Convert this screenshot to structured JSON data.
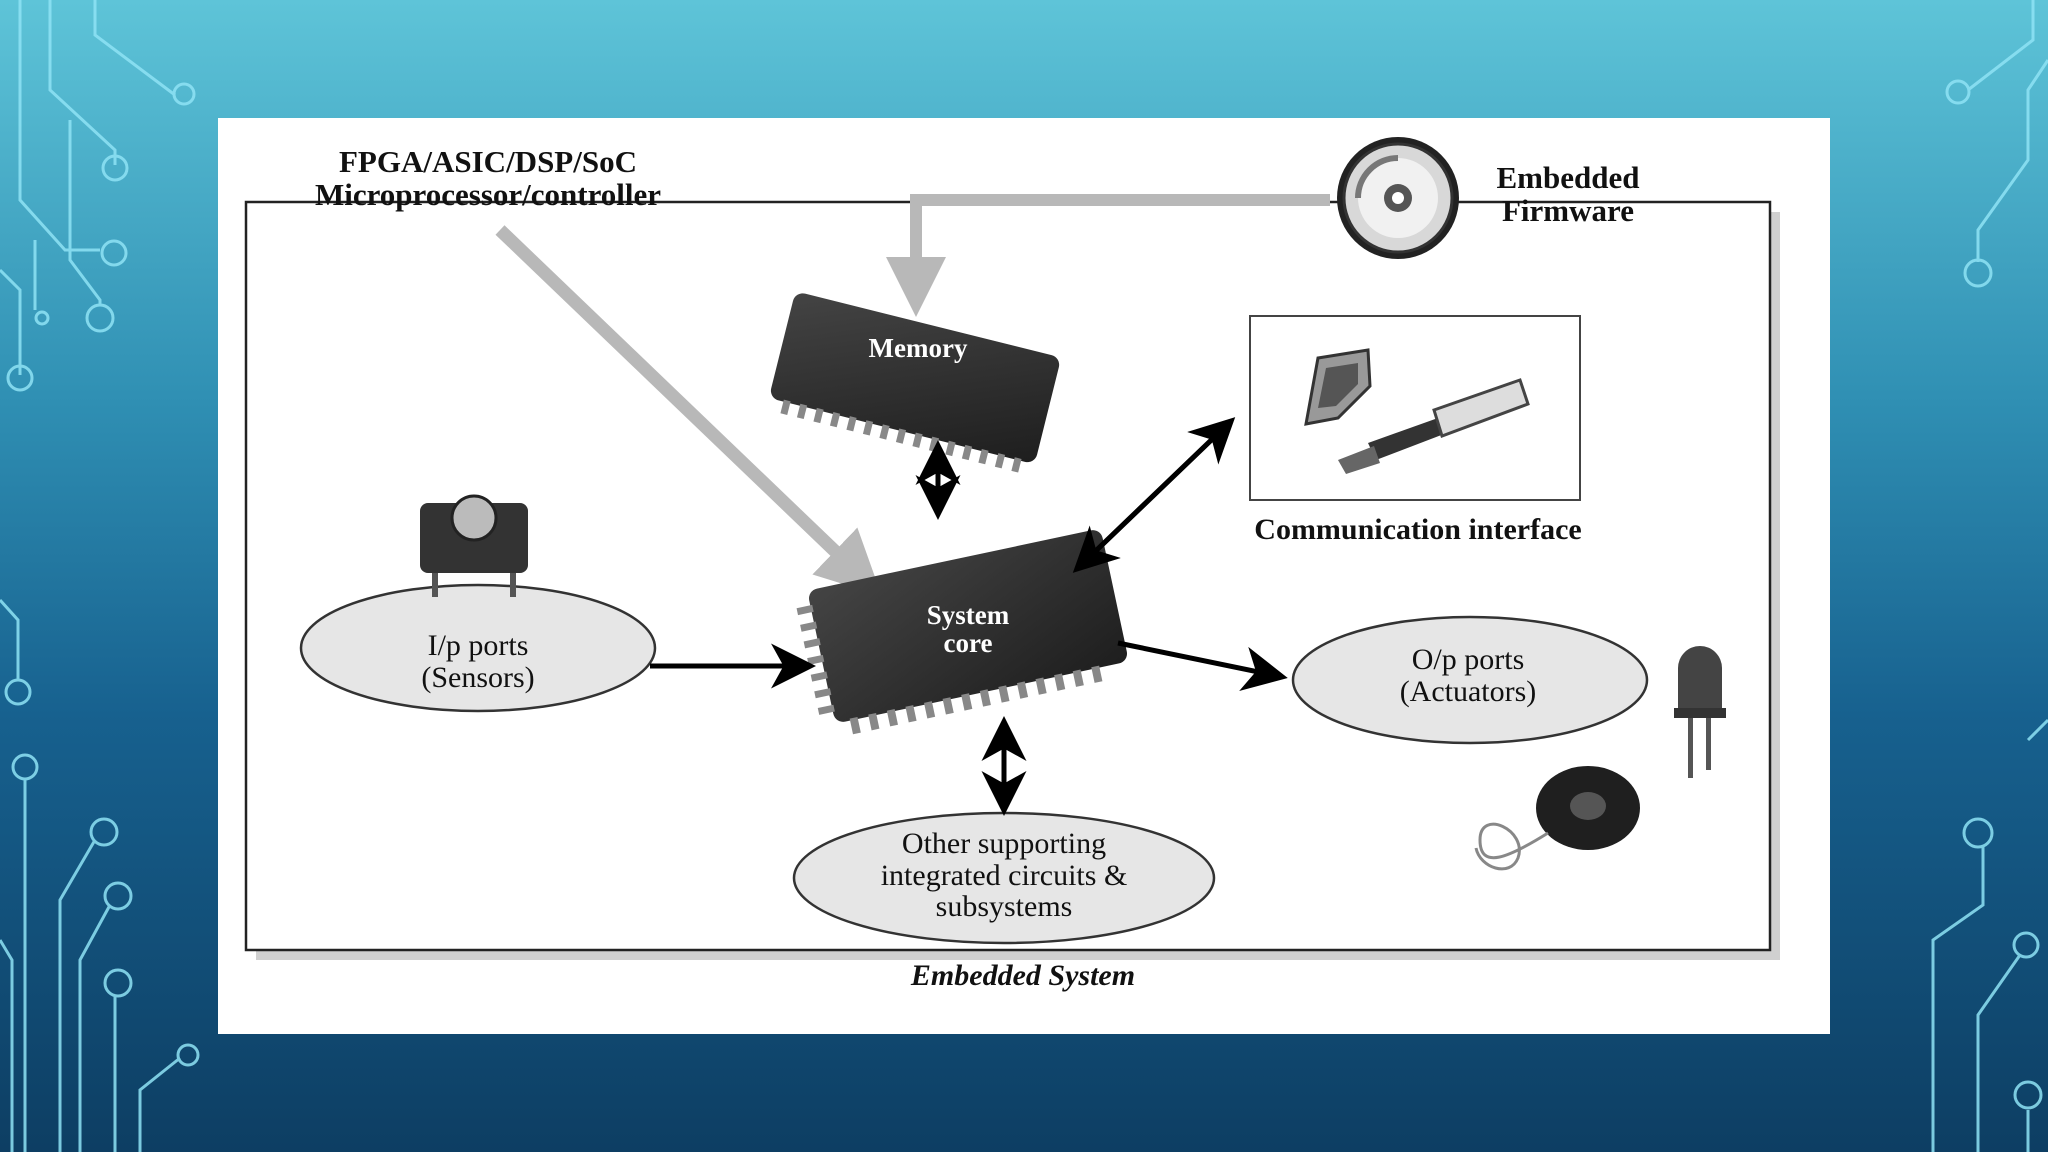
{
  "diagram": {
    "processor_label": [
      "FPGA/ASIC/DSP/SoC",
      "Microprocessor/controller"
    ],
    "firmware_label": [
      "Embedded",
      "Firmware"
    ],
    "memory_label": "Memory",
    "core_label": [
      "System",
      "core"
    ],
    "comm_label": "Communication interface",
    "input_label": [
      "I/p ports",
      "(Sensors)"
    ],
    "output_label": [
      "O/p ports",
      "(Actuators)"
    ],
    "support_label": [
      "Other supporting",
      "integrated circuits &",
      "subsystems"
    ],
    "system_label": "Embedded System"
  },
  "icons": [
    "circuit-trace-icon",
    "cd-disc-icon",
    "chip-icon",
    "serial-connector-icon",
    "usb-plug-icon",
    "push-button-icon",
    "led-icon",
    "buzzer-icon"
  ]
}
